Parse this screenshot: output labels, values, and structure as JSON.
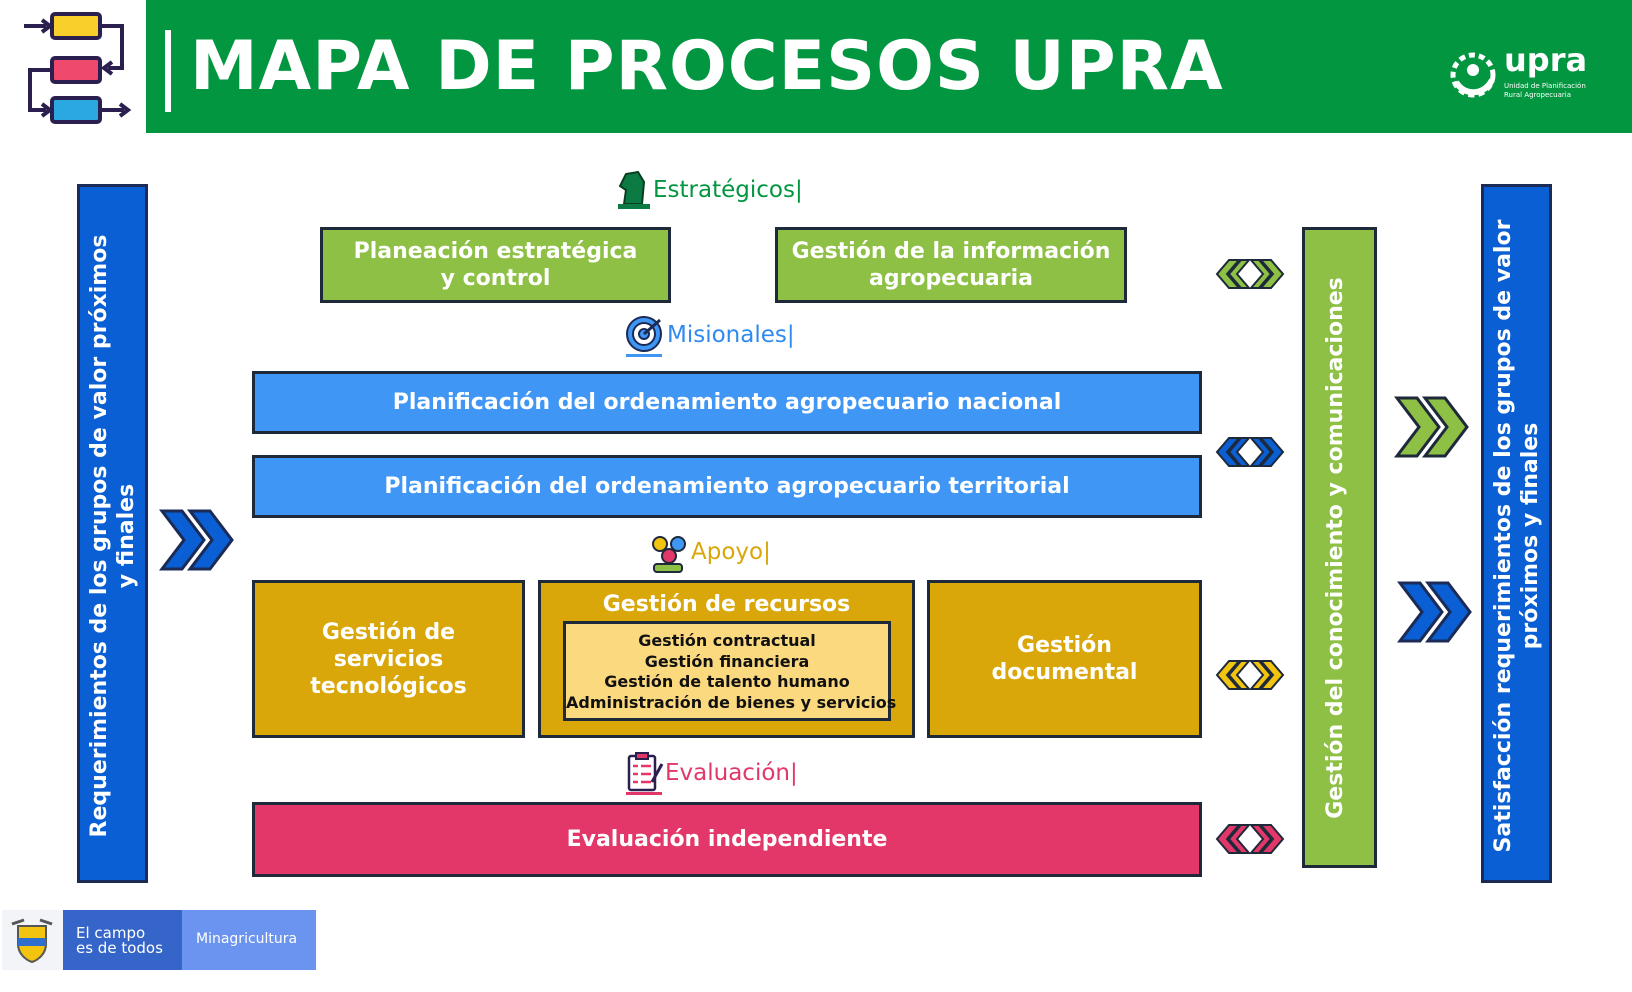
{
  "header": {
    "title": "MAPA DE PROCESOS UPRA"
  },
  "logo": {
    "brand": "upra",
    "subtitle_line1": "Unidad de Planificación",
    "subtitle_line2": "Rural Agropecuaria"
  },
  "left_bar": {
    "text_line1": "Requerimientos de los grupos de valor próximos",
    "text_line2": "y finales"
  },
  "right_bar": {
    "text_line1": "Satisfacción requerimientos de los grupos de valor",
    "text_line2": "próximos y finales"
  },
  "knowledge_bar": {
    "text": "Gestión del conocimiento y comunicaciones"
  },
  "categories": {
    "estrategicos": {
      "label": "Estratégicos|",
      "color": "#029640",
      "icon": "chess-knight-icon"
    },
    "misionales": {
      "label": "Misionales|",
      "color": "#2f8af0",
      "icon": "target-icon"
    },
    "apoyo": {
      "label": "Apoyo|",
      "color": "#d9a70a",
      "icon": "team-support-icon"
    },
    "evaluacion": {
      "label": "Evaluación|",
      "color": "#e23768",
      "icon": "checklist-icon"
    }
  },
  "processes": {
    "estrategicos": [
      {
        "line1": "Planeación estratégica",
        "line2": "y control"
      },
      {
        "line1": "Gestión de la información",
        "line2": "agropecuaria"
      }
    ],
    "misionales": [
      "Planificación del ordenamiento agropecuario nacional",
      "Planificación del ordenamiento agropecuario territorial"
    ],
    "apoyo": {
      "tecnologicos": {
        "line1": "Gestión de",
        "line2": "servicios",
        "line3": "tecnológicos"
      },
      "recursos": {
        "title": "Gestión de recursos",
        "items": [
          "Gestión contractual",
          "Gestión financiera",
          "Gestión de talento humano",
          "Administración de bienes y servicios"
        ]
      },
      "documental": {
        "line1": "Gestión",
        "line2": "documental"
      }
    },
    "evaluacion": [
      "Evaluación independiente"
    ]
  },
  "footer": {
    "slogan_line1": "El campo",
    "slogan_line2": "es de todos",
    "ministry": "Minagricultura"
  },
  "colors": {
    "green": "#8dc044",
    "blue": "#4096f5",
    "gold": "#d9a70a",
    "pink": "#e23768",
    "header": "#029640",
    "side": "#0a5fd4"
  }
}
